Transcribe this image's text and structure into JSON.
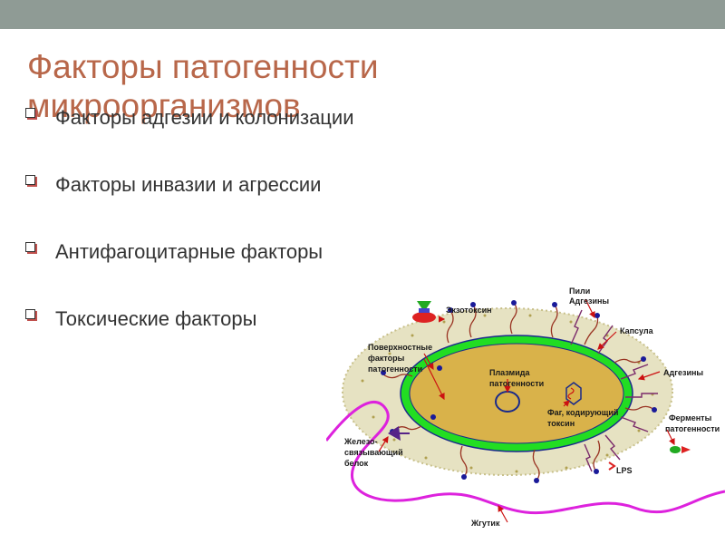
{
  "title": "Факторы патогенности микроорганизмов",
  "bullets": [
    "Факторы адгезии и колонизации",
    "Факторы инвазии и агрессии",
    "Антифагоцитарные факторы",
    "Токсические факторы"
  ],
  "diagram": {
    "labels": {
      "exotoxin": "Экзотоксин",
      "pili": "Пили",
      "adhesins_top": "Адгезины",
      "capsule": "Капсула",
      "adhesins_right": "Адгезины",
      "surface_1": "Поверхностные",
      "surface_2": "факторы",
      "surface_3": "патогенности",
      "plasmid_1": "Плазмида",
      "plasmid_2": "патогенности",
      "phage_1": "Фаг, кодирующий",
      "phage_2": "токсин",
      "enzymes_1": "Ферменты",
      "enzymes_2": "патогенности",
      "iron_1": "Железо-",
      "iron_2": "связывающий",
      "iron_3": "белок",
      "lps": "LPS",
      "flagellum": "Жгутик"
    },
    "colors": {
      "cytoplasm": "#d9b24a",
      "membrane": "#22dd22",
      "outline": "#1a2a8a",
      "capsule": "#c8c08a",
      "flagellum": "#dd22dd",
      "arrows": "#cc1111",
      "pili": "#993322",
      "receptors": "#1a1a99"
    }
  }
}
